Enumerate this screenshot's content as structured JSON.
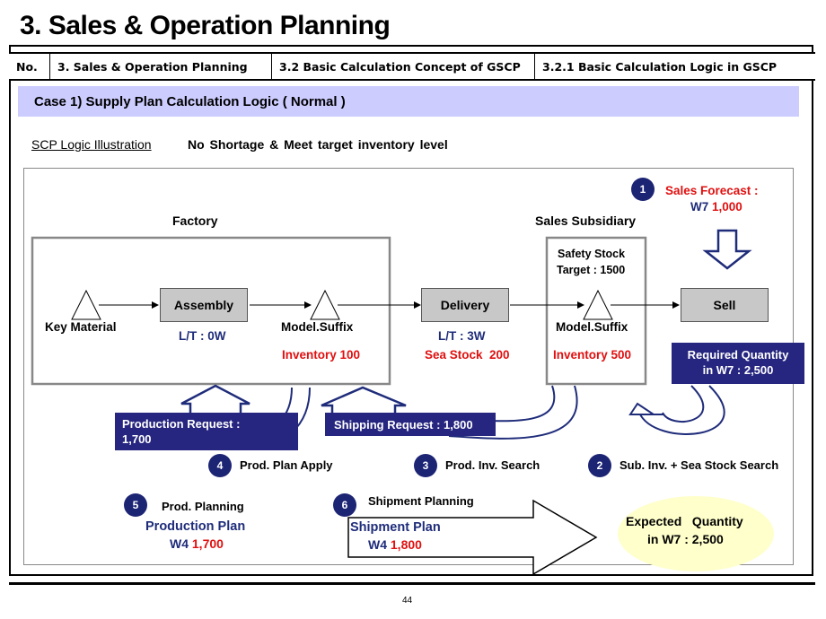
{
  "title": "3. Sales & Operation Planning",
  "header": {
    "no_label": "No.",
    "cells": [
      "3. Sales & Operation Planning",
      "3.2 Basic Calculation Concept of GSCP",
      "3.2.1 Basic Calculation Logic in GSCP"
    ]
  },
  "case_title": "Case 1) Supply Plan Calculation Logic ( Normal )",
  "scp_logic_label": "SCP Logic Illustration",
  "scp_logic_desc": "No Shortage & Meet target inventory level",
  "factory": {
    "title": "Factory",
    "key_material": "Key Material",
    "assembly": "Assembly",
    "assembly_lt": "L/T : 0W",
    "model_suffix": "Model.Suffix",
    "inventory": "Inventory 100"
  },
  "delivery": {
    "label": "Delivery",
    "lt": "L/T : 3W",
    "sea_stock": "Sea Stock  200"
  },
  "subsidiary": {
    "title": "Sales  Subsidiary",
    "safety_stock": "Safety Stock",
    "target": "Target : 1500",
    "model_suffix": "Model.Suffix",
    "inventory": "Inventory 500"
  },
  "sell": "Sell",
  "sales_forecast": {
    "label": "Sales Forecast :",
    "week": "W7",
    "value": "1,000"
  },
  "required_quantity": {
    "line1": "Required Quantity",
    "line2": "in W7 : 2,500"
  },
  "production_request": {
    "line1": "Production Request :",
    "line2": "1,700"
  },
  "shipping_request": "Shipping Request : 1,800",
  "steps": [
    {
      "num": "1"
    },
    {
      "num": "2",
      "label": "Sub. Inv. + Sea Stock Search"
    },
    {
      "num": "3",
      "label": "Prod. Inv. Search"
    },
    {
      "num": "4",
      "label": "Prod. Plan Apply"
    },
    {
      "num": "5",
      "label": "Prod. Planning"
    },
    {
      "num": "6",
      "label": "Shipment Planning"
    }
  ],
  "production_plan": {
    "label": "Production Plan",
    "week": "W4",
    "value": "1,700"
  },
  "shipment_plan": {
    "label": "Shipment Plan",
    "week": "W4",
    "value": "1,800"
  },
  "expected_quantity": {
    "line1": "Expected   Quantity",
    "line2": "in W7 : 2,500"
  },
  "page_number": "44",
  "colors": {
    "navy": "#1f2c7a",
    "red": "#e01010",
    "banner": "#ccccff",
    "box_fill": "#262680",
    "ellipse": "#ffffcc"
  }
}
